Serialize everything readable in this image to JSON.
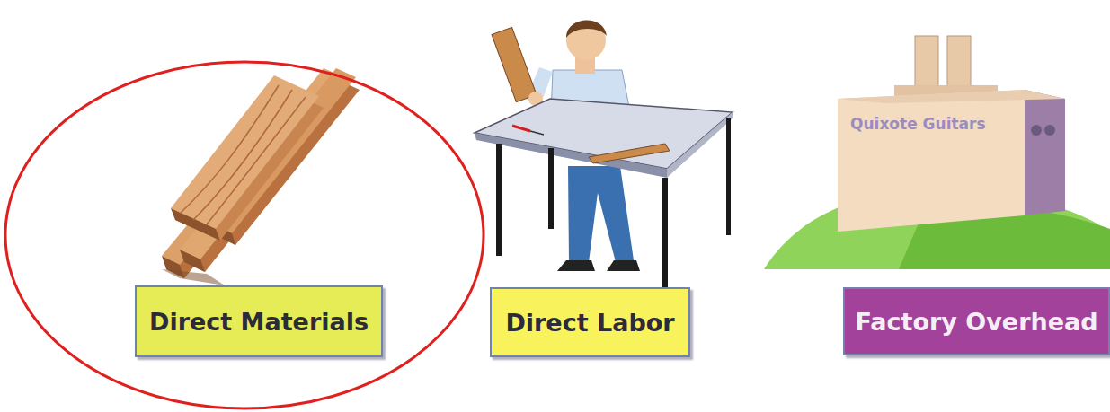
{
  "diagram": {
    "nodes": [
      {
        "text": [
          "Direct Materials"
        ]
      },
      {
        "text": [
          "Direct Labor"
        ]
      },
      {
        "text": [
          "Factory Overhead"
        ]
      }
    ],
    "labels": [
      "Quixote Guitars"
    ]
  }
}
